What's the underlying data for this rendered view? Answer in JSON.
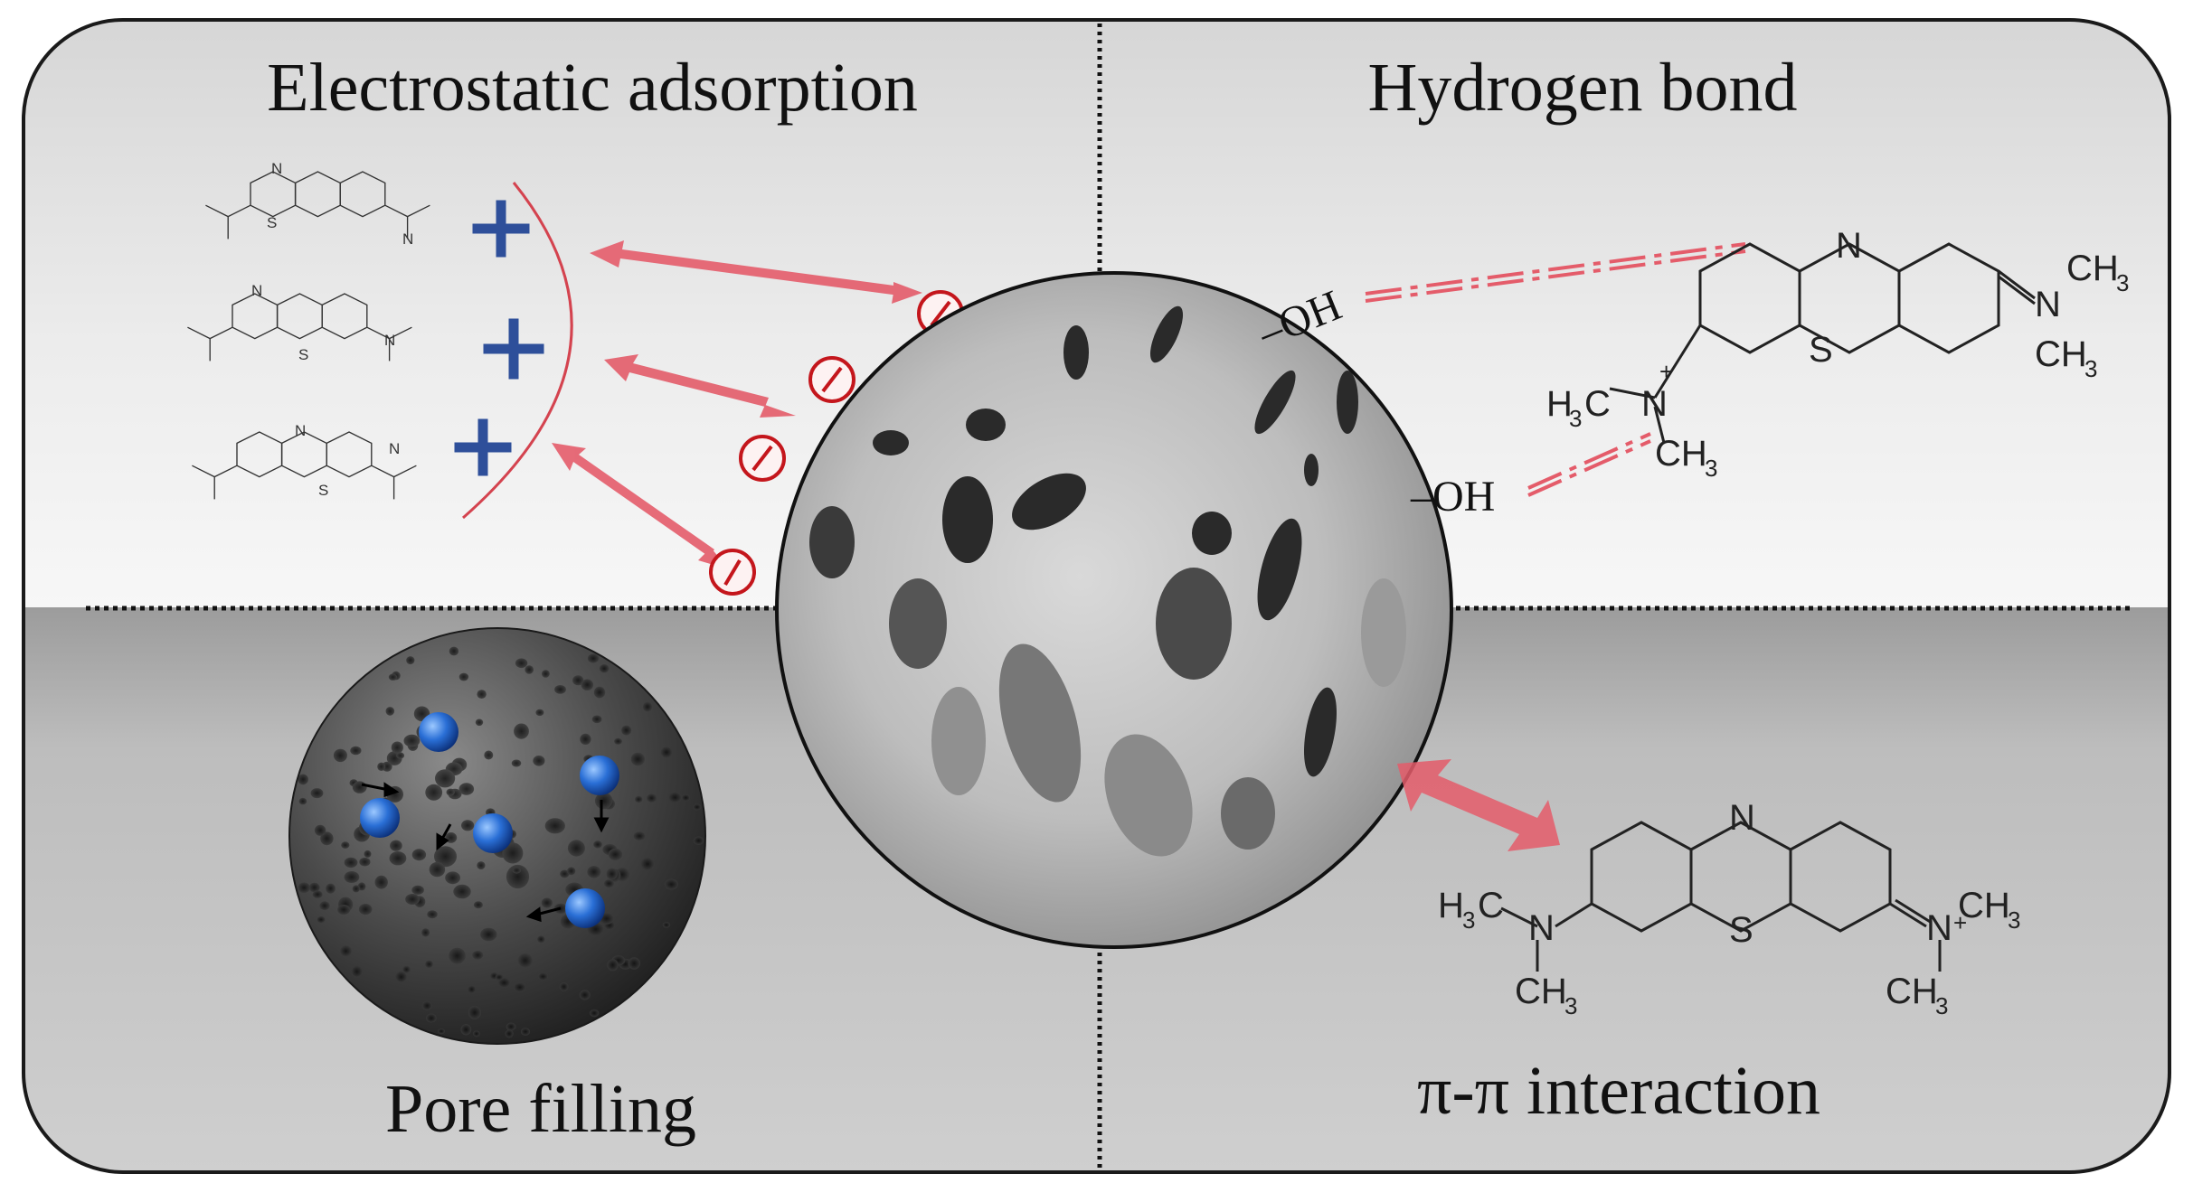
{
  "quadrants": {
    "top_left_title": "Electrostatic adsorption",
    "top_right_title": "Hydrogen bond",
    "bottom_left_title": "Pore filling",
    "bottom_right_title": "π-π interaction"
  },
  "hydroxyl_labels": [
    "–OH",
    "–OH"
  ],
  "molecule_labels": {
    "n": "N",
    "s": "S",
    "ch3": "CH",
    "h3c": "H",
    "c": "C",
    "n_plus": "N",
    "sub3": "3",
    "plus": "+"
  },
  "charges": {
    "positive": "+",
    "negative_count": 4,
    "positive_count": 3
  },
  "colors": {
    "frame": "#1a1a1a",
    "arrow": "#e45c6a",
    "plus": "#2e4f9a",
    "minus": "#c4161c",
    "divider": "#111111",
    "sphere_ball": "#1d5bbf"
  }
}
